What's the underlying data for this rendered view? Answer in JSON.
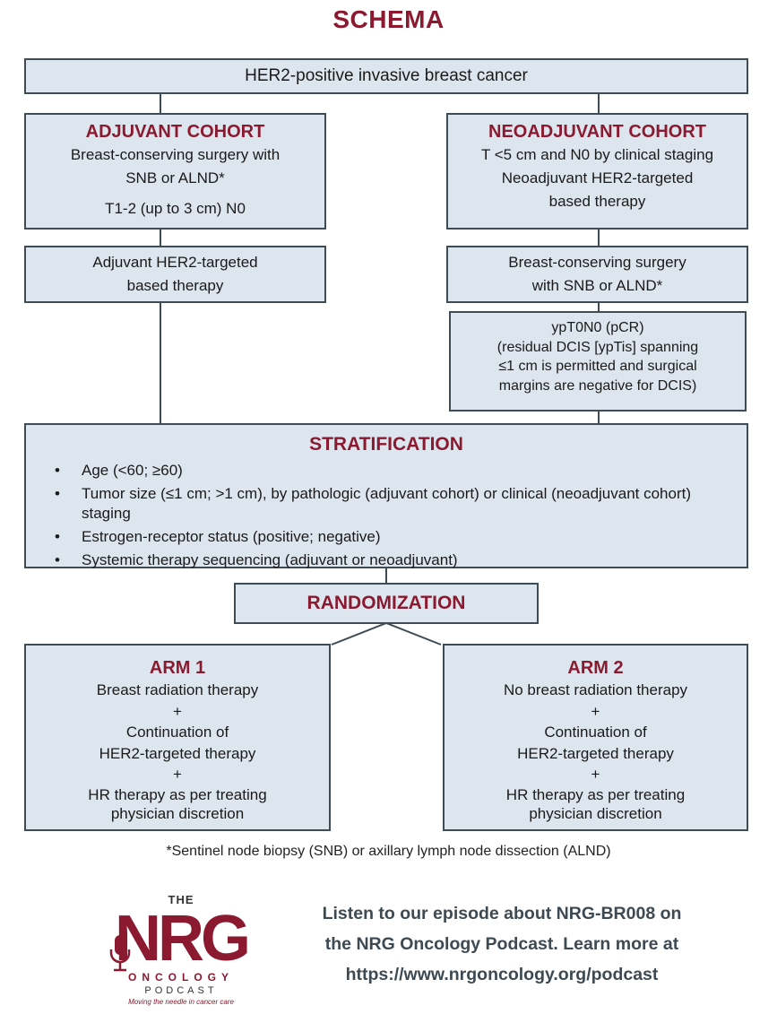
{
  "title": "SCHEMA",
  "top_box": "HER2-positive invasive breast cancer",
  "adjuvant": {
    "heading": "ADJUVANT COHORT",
    "lines": [
      "Breast-conserving surgery with",
      "SNB or ALND*",
      "T1-2 (up to 3 cm) N0"
    ],
    "therapy": [
      "Adjuvant HER2-targeted",
      "based therapy"
    ]
  },
  "neoadjuvant": {
    "heading": "NEOADJUVANT COHORT",
    "lines": [
      "T <5 cm and N0 by clinical staging",
      "Neoadjuvant HER2-targeted",
      "based therapy"
    ],
    "surgery": [
      "Breast-conserving surgery",
      "with SNB or ALND*"
    ],
    "pcr": [
      "ypT0N0 (pCR)",
      "(residual DCIS [ypTis] spanning",
      "≤1 cm is permitted and surgical",
      "margins are negative for DCIS)"
    ]
  },
  "stratification": {
    "heading": "STRATIFICATION",
    "bullet": "•",
    "items": [
      "Age (<60; ≥60)",
      "Tumor size (≤1 cm; >1 cm), by pathologic (adjuvant cohort) or clinical (neoadjuvant cohort) staging",
      "Estrogen-receptor status (positive; negative)",
      "Systemic therapy sequencing (adjuvant or neoadjuvant)"
    ]
  },
  "randomization": "RANDOMIZATION",
  "arm1": {
    "heading": "ARM 1",
    "lines": [
      "Breast radiation therapy",
      "+",
      "Continuation of",
      "HER2-targeted therapy",
      "+",
      "HR therapy as per treating",
      "physician discretion"
    ]
  },
  "arm2": {
    "heading": "ARM 2",
    "lines": [
      "No breast radiation therapy",
      "+",
      "Continuation of",
      "HER2-targeted therapy",
      "+",
      "HR therapy as per treating",
      "physician discretion"
    ]
  },
  "footnote": "*Sentinel node biopsy (SNB) or axillary lymph node dissection (ALND)",
  "logo": {
    "the": "THE",
    "nrg": "NRG",
    "oncology": "ONCOLOGY",
    "podcast": "PODCAST",
    "tagline": "Moving the needle in cancer care"
  },
  "promo": [
    "Listen to our episode about NRG-BR008 on",
    "the NRG Oncology Podcast. Learn more at",
    "https://www.nrgoncology.org/podcast"
  ],
  "colors": {
    "accent": "#8b1a30",
    "box_fill": "#dde6ee",
    "border": "#3f4b55",
    "promo_text": "#3d4a53"
  }
}
